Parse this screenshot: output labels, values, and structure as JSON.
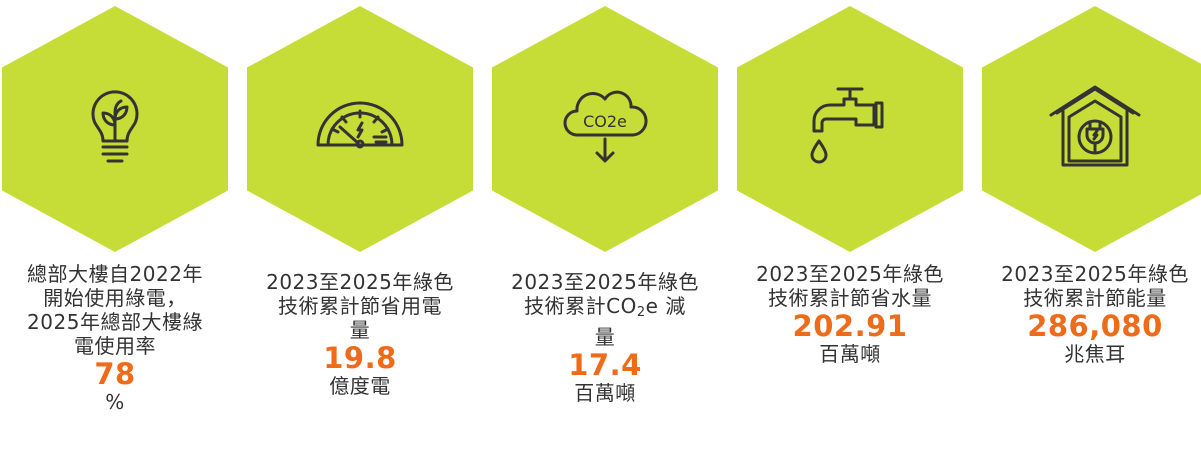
{
  "colors": {
    "hexagon": "#c7dd37",
    "number": "#ee6b1a",
    "icon_stroke": "#333333"
  },
  "cards": [
    {
      "icon": "lightbulb-plant-icon",
      "desc": [
        "總部大樓自2022年",
        "開始使用綠電，",
        "2025年總部大樓綠",
        "電使用率"
      ],
      "value": "78",
      "unit": "%"
    },
    {
      "icon": "speedometer-gauge-icon",
      "desc": [
        "2023至2025年綠色",
        "技術累計節省用電",
        "量"
      ],
      "value": "19.8",
      "unit": "億度電"
    },
    {
      "icon": "co2e-cloud-icon",
      "icon_label": "CO2e",
      "desc": [
        "2023至2025年綠色",
        "技術累計CO",
        "2",
        "e 減",
        "量"
      ],
      "value": "17.4",
      "unit": "百萬噸"
    },
    {
      "icon": "water-faucet-icon",
      "desc": [
        "2023至2025年綠色",
        "技術累計節省水量"
      ],
      "value": "202.91",
      "unit": "百萬噸"
    },
    {
      "icon": "house-energy-plug-icon",
      "desc": [
        "2023至2025年綠色",
        "技術累計節能量"
      ],
      "value": "286,080",
      "unit": "兆焦耳"
    }
  ]
}
